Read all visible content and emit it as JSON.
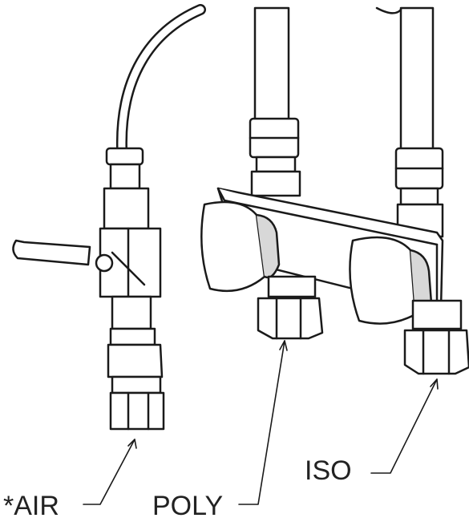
{
  "labels": {
    "air": "*AIR",
    "poly": "POLY",
    "iso": "ISO"
  },
  "colors": {
    "ink": "#1a1a1a",
    "fill": "#ffffff",
    "knob_shade": "#d8d8d8"
  },
  "icons": {
    "air_valve": "ball-valve-icon",
    "manifold": "dual-knob-manifold-icon"
  }
}
